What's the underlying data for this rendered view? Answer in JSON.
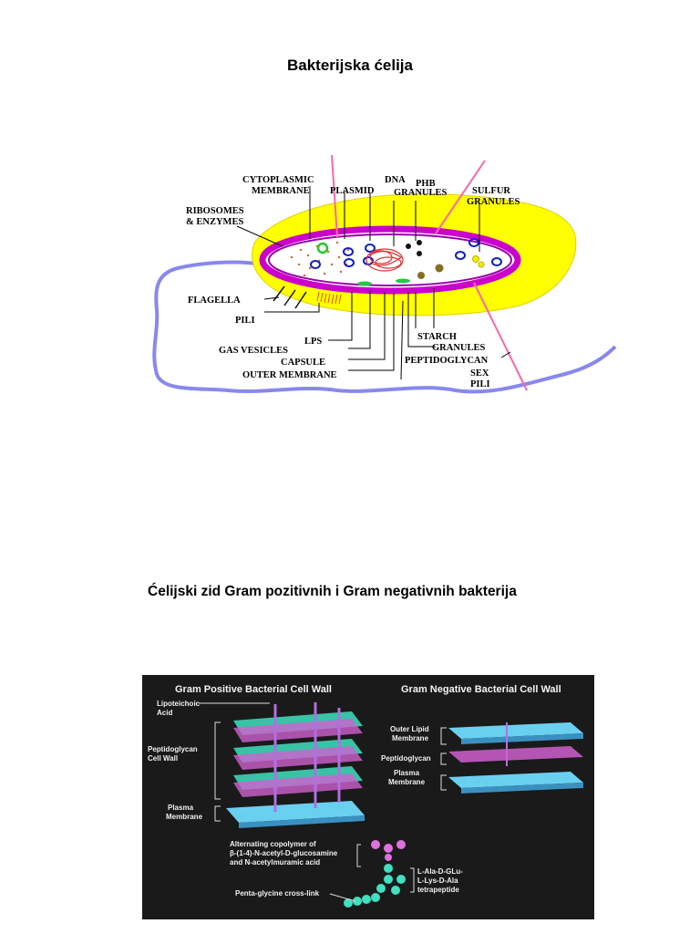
{
  "titles": {
    "cell": "Bakterijska ćelija",
    "wall": "Ćelijski zid Gram pozitivnih i Gram negativnih bakterija"
  },
  "cell_labels": {
    "cytoplasmic": "CYTOPLASMIC",
    "membrane": "MEMBRANE",
    "plasmid": "PLASMID",
    "dna": "DNA",
    "phb": "PHB",
    "granules_phb": "GRANULES",
    "sulfur": "SULFUR",
    "granules_sulfur": "GRANULES",
    "ribosomes": "RIBOSOMES",
    "enzymes": "& ENZYMES",
    "flagella": "FLAGELLA",
    "pili": "PILI",
    "lps": "LPS",
    "gas_vesicles": "GAS VESICLES",
    "capsule": "CAPSULE",
    "outer_membrane": "OUTER MEMBRANE",
    "starch": "STARCH",
    "granules_starch": "GRANULES",
    "peptidoglycan": "PEPTIDOGLYCAN",
    "sex": "SEX",
    "sex_pili": "PILI"
  },
  "wall_labels": {
    "gram_positive_title": "Gram Positive Bacterial Cell Wall",
    "gram_negative_title": "Gram Negative Bacterial Cell Wall",
    "lipoteichoic_1": "Lipoteichoic",
    "lipoteichoic_2": "Acid",
    "peptidoglycan_cw_1": "Peptidoglycan",
    "peptidoglycan_cw_2": "Cell Wall",
    "plasma_1": "Plasma",
    "plasma_2": "Membrane",
    "outer_lipid_1": "Outer Lipid",
    "outer_lipid_2": "Membrane",
    "peptidoglycan_neg": "Peptidoglycan",
    "plasma_neg_1": "Plasma",
    "plasma_neg_2": "Membrane",
    "copolymer_1": "Alternating copolymer of",
    "copolymer_2": "β-(1-4)-N-acetyl-D-glucosamine",
    "copolymer_3": "and N-acetylmuramic acid",
    "pentaglycine": "Penta-glycine cross-link",
    "tetra_1": "L-Ala-D-GLu-",
    "tetra_2": "L-Lys-D-Ala",
    "tetra_3": "tetrapeptide"
  },
  "colors": {
    "capsule": "#ffff00",
    "membrane": "#cc00cc",
    "flagella": "#8888ee",
    "sex_pili": "#ff66aa",
    "plasmid": "#1020c0",
    "dna": "#e03030",
    "wall_background": "#1a1a1a"
  }
}
